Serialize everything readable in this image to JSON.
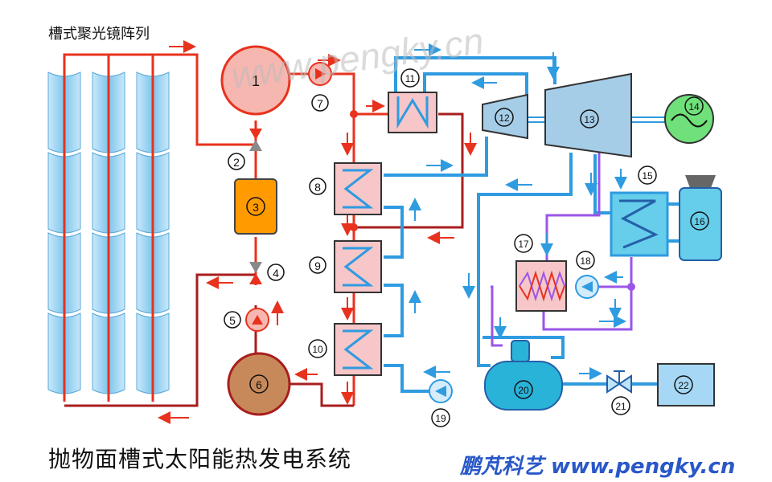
{
  "header": {
    "title": "槽式聚光镜阵列"
  },
  "footer": {
    "caption": "抛物面槽式太阳能热发电系统",
    "credit": "鹏芃科艺 www.pengky.cn"
  },
  "watermark": {
    "text": "www.pengky.cn"
  },
  "components": {
    "c1": "1",
    "c2": "2",
    "c3": "3",
    "c4": "4",
    "c5": "5",
    "c6": "6",
    "c7": "7",
    "c8": "8",
    "c9": "9",
    "c10": "10",
    "c11": "11",
    "c12": "12",
    "c13": "13",
    "c14": "14",
    "c15": "15",
    "c16": "16",
    "c17": "17",
    "c18": "18",
    "c19": "19",
    "c20": "20",
    "c21": "21",
    "c22": "22"
  },
  "colors": {
    "hot_oil": "#e8321e",
    "cold_oil": "#a81e1e",
    "steam": "#2f9be0",
    "condensate": "#9b55e8",
    "mirror": "#9fd4f2",
    "hx_fill": "#f6c6c8"
  }
}
